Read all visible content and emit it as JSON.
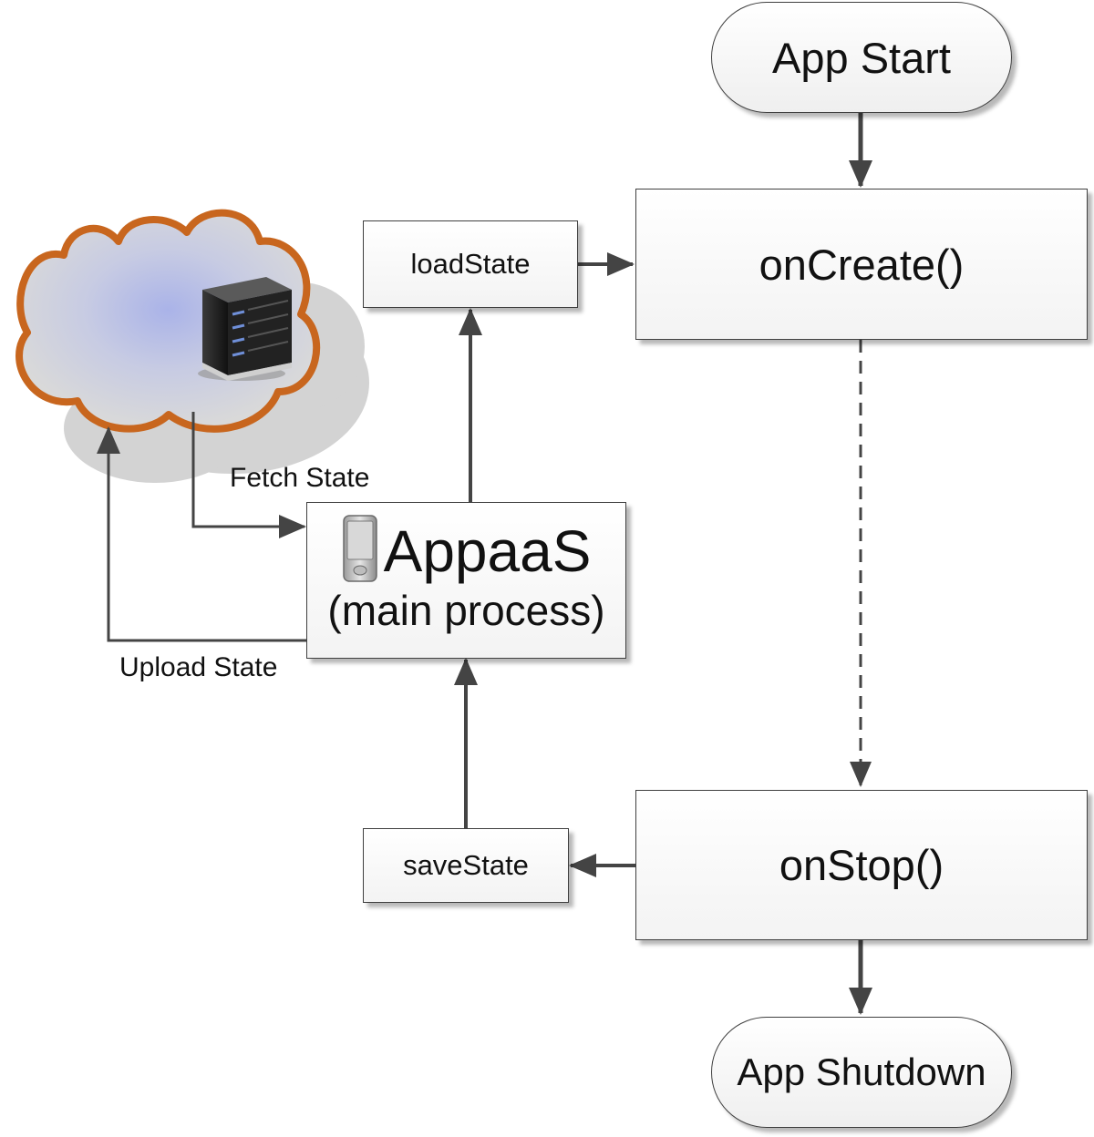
{
  "nodes": {
    "app_start": "App Start",
    "on_create": "onCreate()",
    "load_state": "loadState",
    "appaas_title": "AppaaS",
    "appaas_subtitle": "(main process)",
    "save_state": "saveState",
    "on_stop": "onStop()",
    "app_shutdown": "App Shutdown"
  },
  "edge_labels": {
    "fetch_state": "Fetch State",
    "upload_state": "Upload State"
  },
  "icons": {
    "cloud": "cloud-icon",
    "server": "server-icon",
    "phone": "mobile-phone-icon"
  },
  "colors": {
    "line": "#444444",
    "cloud_outline": "#c8661e",
    "cloud_fill": "#d7d7d7",
    "cloud_glow": "#b9bfe6"
  }
}
